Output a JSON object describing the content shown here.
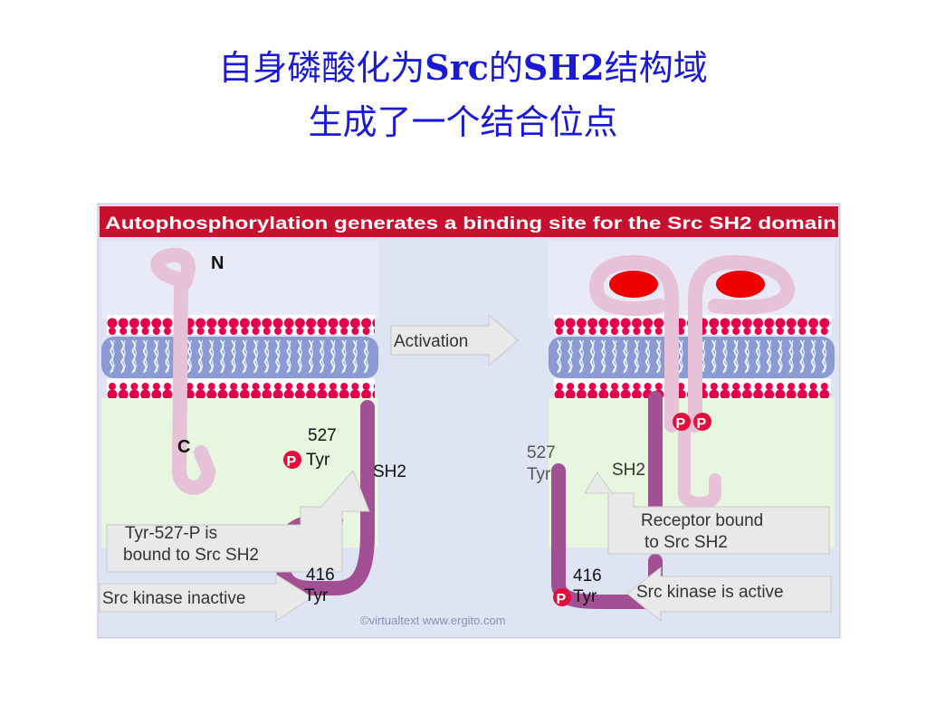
{
  "slide": {
    "title_line1_a": "自身磷酸化为",
    "title_line1_b": "Src",
    "title_line1_c": "的",
    "title_line1_d": "SH2",
    "title_line1_e": "结构域",
    "title_line2": "生成了一个结合位点"
  },
  "figure": {
    "header": "Autophosphorylation generates a binding site for the Src SH2 domain",
    "activation_label": "Activation",
    "left": {
      "terminus_n": "N",
      "terminus_c": "C",
      "p_symbol": "P",
      "site_527_number": "527",
      "site_527_residue": "Tyr",
      "sh2_label": "SH2",
      "callout_line1": "Tyr-527-P is",
      "callout_line2": "bound to Src SH2",
      "site_416_number": "416",
      "site_416_residue": "Tyr",
      "status": "Src kinase inactive"
    },
    "right": {
      "p_symbol_a": "P",
      "p_symbol_b": "P",
      "site_527_number": "527",
      "site_527_residue": "Tyr",
      "sh2_label": "SH2",
      "callout_line1": "Receptor bound",
      "callout_line2": "to Src SH2",
      "site_416_number": "416",
      "site_416_residue": "Tyr",
      "p_symbol_416": "P",
      "status": "Src kinase is active"
    },
    "credit": "©virtualtext  www.ergito.com"
  },
  "colors": {
    "title": "#1a1ad6",
    "header_bar": "#c8102e",
    "membrane": "#8a9bd4",
    "lipid_head": "#e6004c",
    "receptor": "#e7c1d8",
    "src_kinase": "#a34f93",
    "ligand": "#ee0000",
    "cytoplasm": "#e7f6df",
    "background_panel": "#dfe4f5"
  }
}
